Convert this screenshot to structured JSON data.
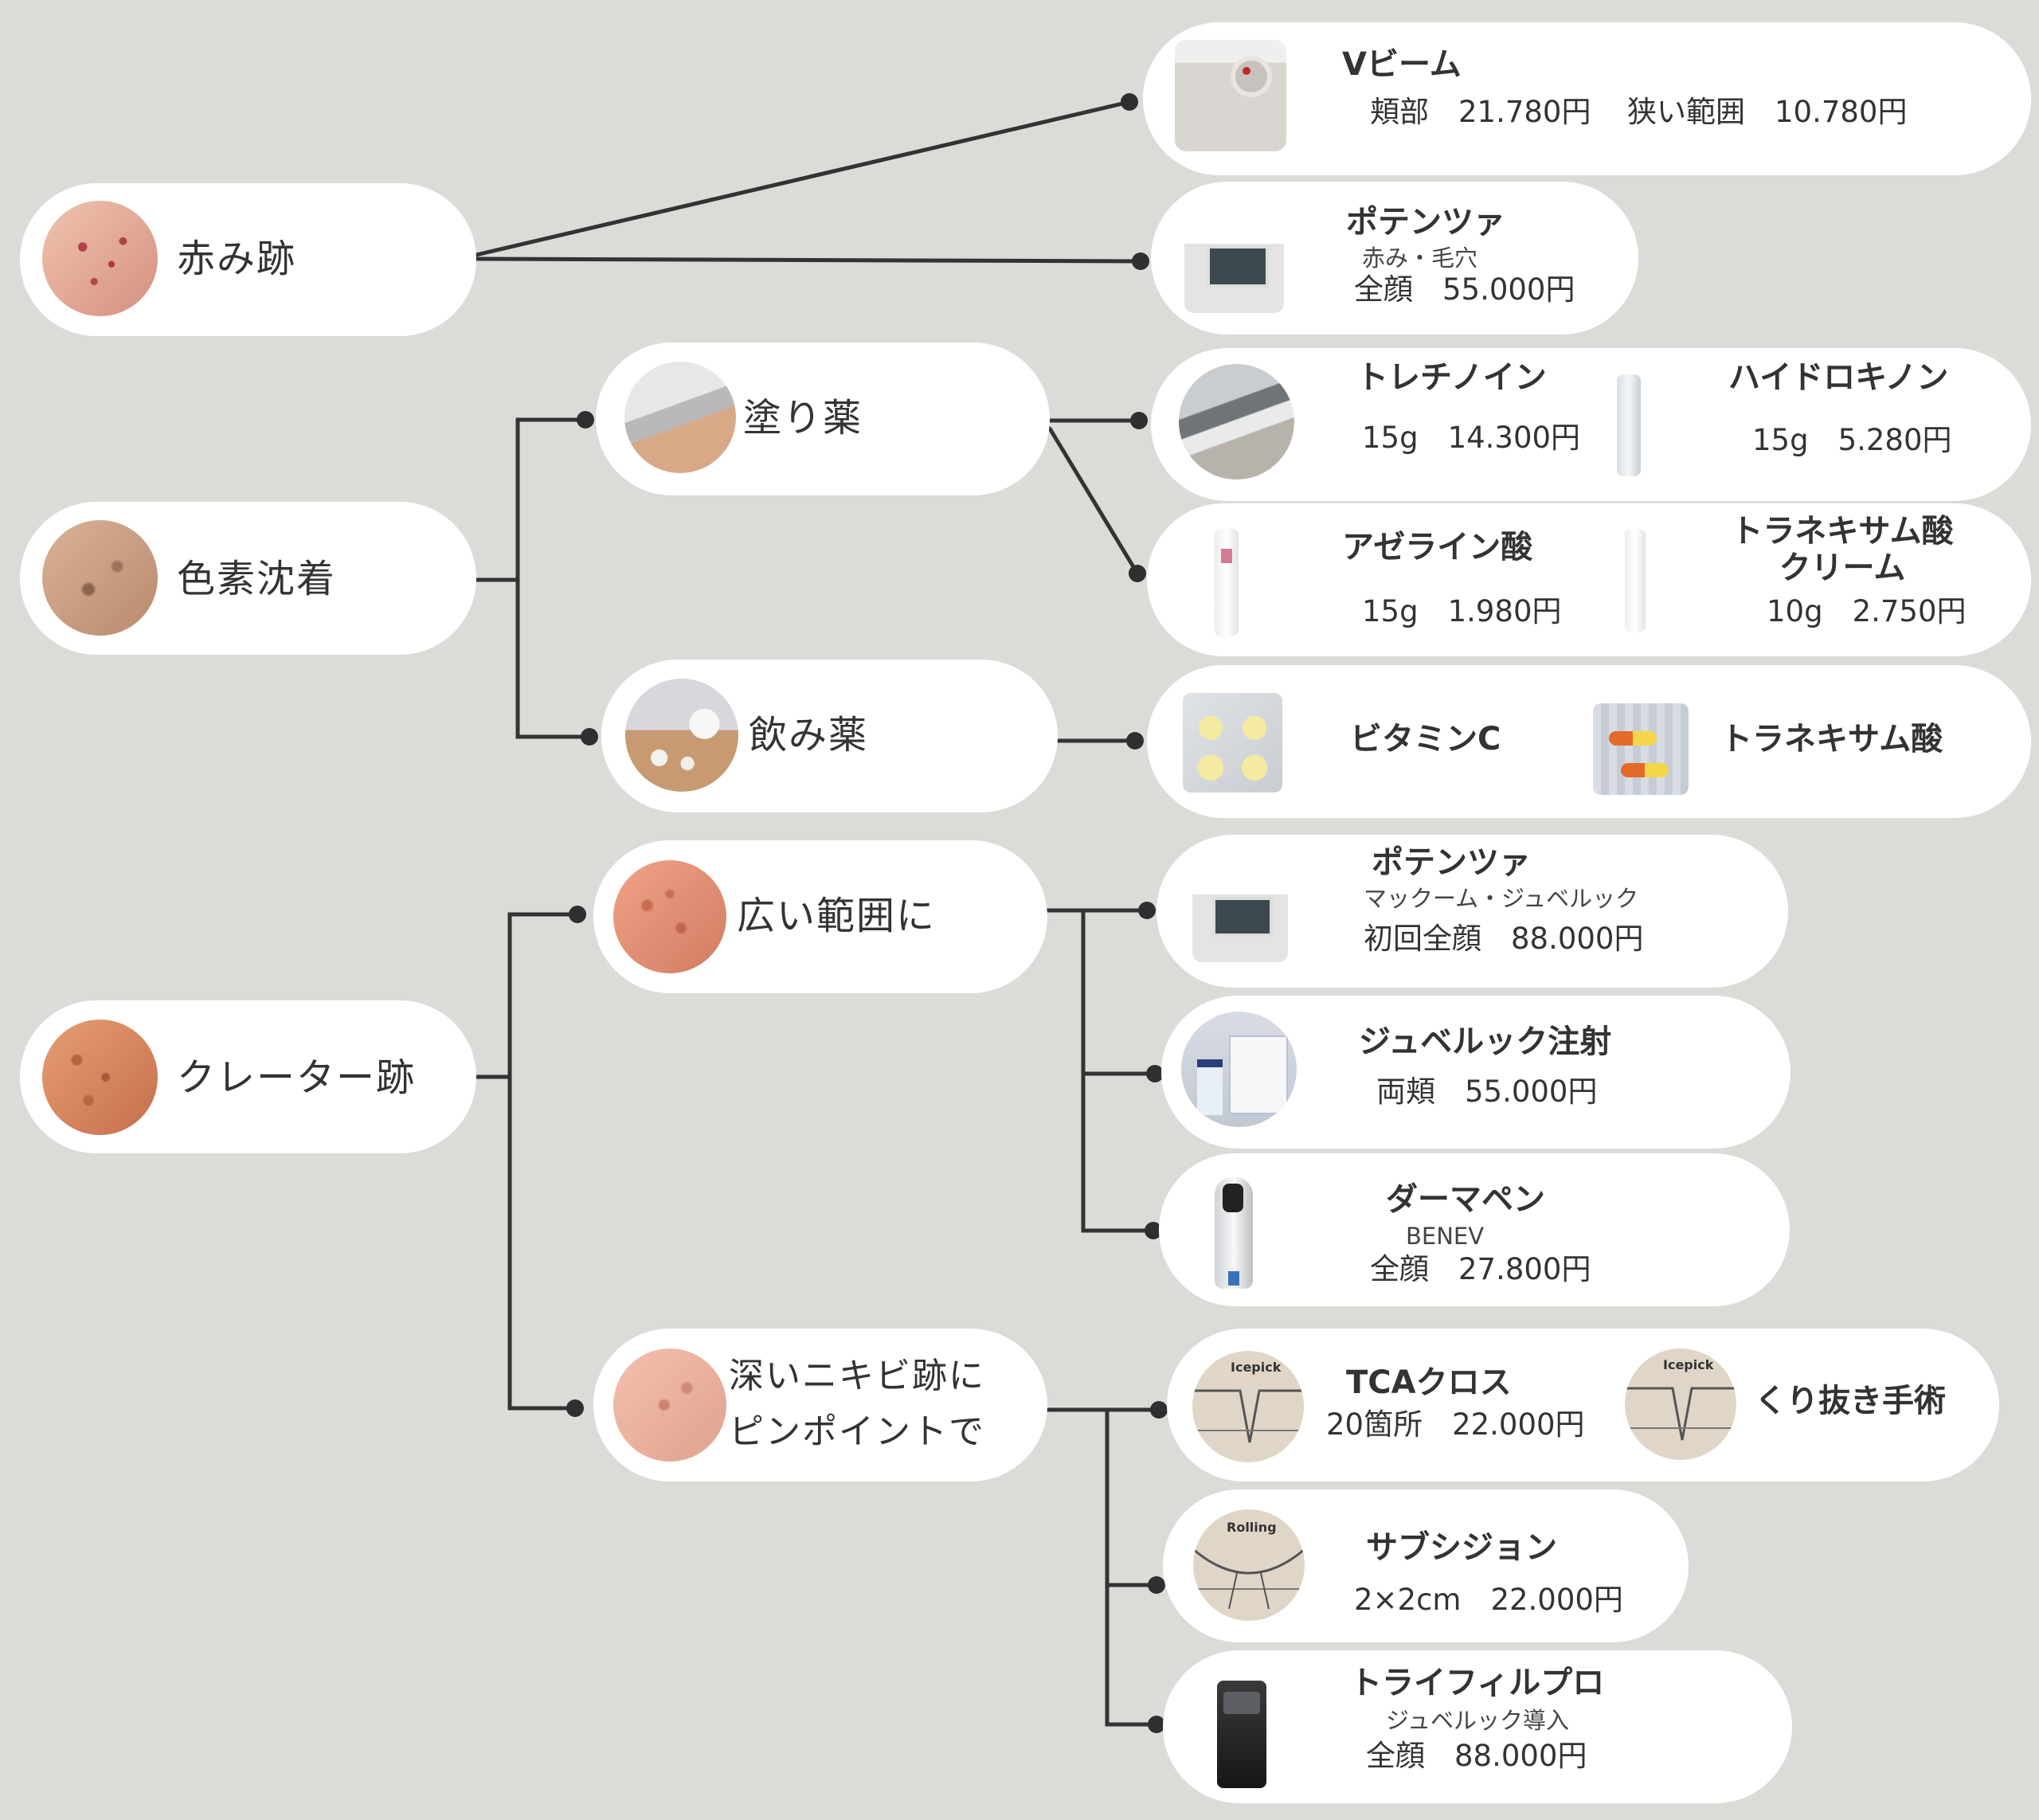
{
  "colors": {
    "background": "#dcdbd8",
    "card": "#ffffff",
    "line": "#333333"
  },
  "categories": {
    "redness": {
      "label": "赤み跡",
      "icon": "red-acne-skin-photo"
    },
    "pigment": {
      "label": "色素沈着",
      "icon": "pigmented-skin-photo"
    },
    "crater": {
      "label": "クレーター跡",
      "icon": "crater-skin-photo"
    }
  },
  "subcategories": {
    "topical": {
      "label": "塗り薬",
      "icon": "cream-application-photo"
    },
    "oral": {
      "label": "飲み薬",
      "icon": "pills-photo"
    },
    "wide": {
      "label": "広い範囲に",
      "icon": "wide-crater-skin-photo"
    },
    "pinpoint": {
      "line1": "深いニキビ跡に",
      "line2": "ピンポイントで",
      "icon": "deep-scar-skin-photo"
    }
  },
  "treatments": {
    "vbeam": {
      "name": "Vビーム",
      "price1": "頬部　21.780円",
      "price2": "狭い範囲　10.780円",
      "icon": "laser-machine-photo"
    },
    "potenza_red": {
      "name": "ポテンツァ",
      "sub": "赤み・毛穴",
      "price": "全顔　55.000円",
      "icon": "potenza-device-photo"
    },
    "tretinoin": {
      "name": "トレチノイン",
      "price": "15g　14.300円",
      "icon": "tube-photo"
    },
    "hydroquinone": {
      "name": "ハイドロキノン",
      "price": "15g　5.280円",
      "icon": "tube-photo"
    },
    "azelaic": {
      "name": "アゼライン酸",
      "price": "15g　1.980円",
      "icon": "tube-photo"
    },
    "tranex_cream": {
      "name1": "トラネキサム酸",
      "name2": "クリーム",
      "price": "10g　2.750円",
      "icon": "tube-photo"
    },
    "vitc": {
      "name": "ビタミンC",
      "icon": "pill-blister-photo"
    },
    "tranex": {
      "name": "トラネキサム酸",
      "icon": "capsule-blister-photo"
    },
    "potenza_crater": {
      "name": "ポテンツァ",
      "sub": "マックーム・ジュベルック",
      "price": "初回全顔　88.000円",
      "icon": "potenza-device-photo"
    },
    "juvelook": {
      "name": "ジュベルック注射",
      "price": "両頬　55.000円",
      "icon": "juvelook-box-photo"
    },
    "dermapen": {
      "name": "ダーマペン",
      "sub": "BENEV",
      "price": "全顔　27.800円",
      "icon": "dermapen-photo"
    },
    "tca": {
      "name": "TCAクロス",
      "price": "20箇所　22.000円",
      "diagram_label": "Icepick",
      "icon": "icepick-scar-diagram"
    },
    "punch": {
      "name": "くり抜き手術",
      "diagram_label": "Icepick",
      "icon": "icepick-scar-diagram"
    },
    "subcision": {
      "name": "サブシジョン",
      "price": "2×2cm　22.000円",
      "diagram_label": "Rolling",
      "icon": "rolling-scar-diagram"
    },
    "trifill": {
      "name": "トライフィルプロ",
      "sub": "ジュベルック導入",
      "price": "全顔　88.000円",
      "icon": "trifill-machine-photo"
    }
  }
}
